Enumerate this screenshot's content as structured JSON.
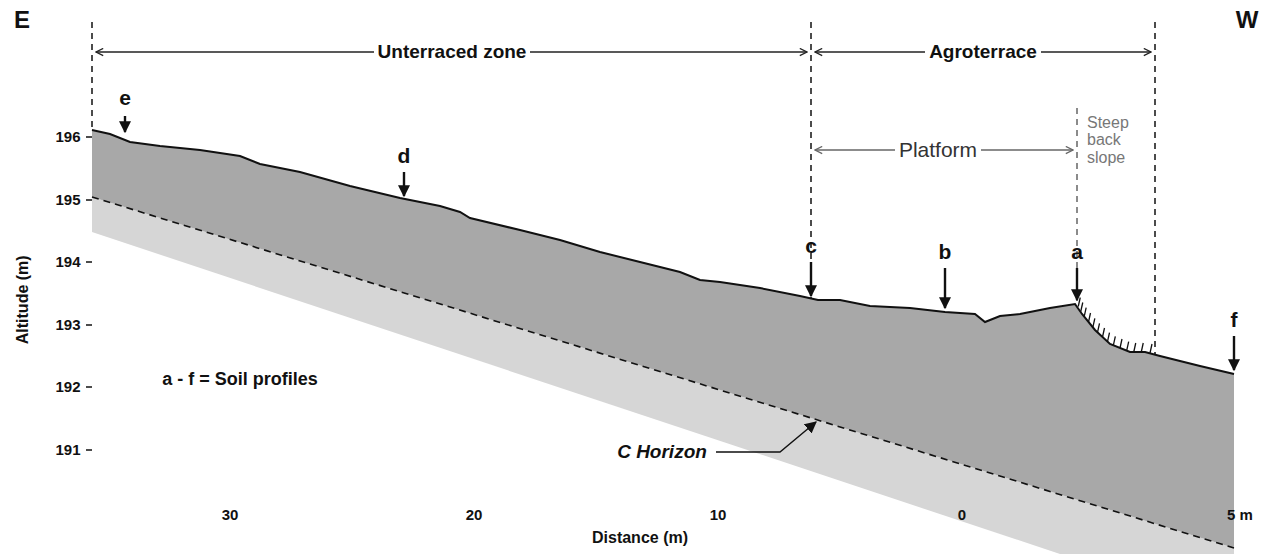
{
  "diagram": {
    "labels": [
      "E",
      "W",
      "Unterraced zone",
      "Agroterrace",
      "Platform",
      "Steep back slope",
      "e",
      "d",
      "c",
      "b",
      "a",
      "f",
      "a - f = Soil profiles",
      "C Horizon",
      "Altitude (m)",
      "Distance (m)",
      "196",
      "195",
      "194",
      "193",
      "192",
      "191",
      "30",
      "20",
      "10",
      "0",
      "5 m"
    ]
  }
}
